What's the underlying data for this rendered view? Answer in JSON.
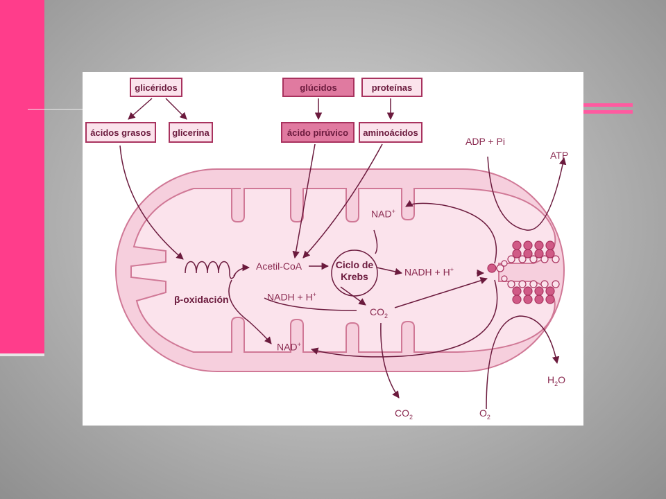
{
  "colors": {
    "accent": "#ff3d8b",
    "membrane_fill": "#f6cfdd",
    "membrane_stroke": "#d07896",
    "matrix_fill": "#fbe3ec",
    "arrow": "#6b1a3d",
    "box_dark": "#e07aa0",
    "box_light": "#fbe3ec"
  },
  "boxes": {
    "gliceridos": "glicéridos",
    "acidos_grasos": "ácidos grasos",
    "glicerina": "glicerina",
    "glucidos": "glúcidos",
    "acido_piruvico": "ácido pirúvico",
    "proteinas": "proteínas",
    "aminoacidos": "aminoácidos"
  },
  "labels": {
    "adp_pi": "ADP + Pi",
    "atp": "ATP",
    "nad_top": "NAD",
    "nad_top_sup": "+",
    "acetil_coa": "Acetil-CoA",
    "ciclo_line1": "Ciclo de",
    "ciclo_line2": "Krebs",
    "nadh_right": "NADH + H",
    "nadh_right_sup": "+",
    "beta_oxidacion": "β-oxidación",
    "nadh_left": "NADH + H",
    "nadh_left_sup": "+",
    "co2_inner": "CO",
    "co2_inner_sub": "2",
    "nad_bottom": "NAD",
    "nad_bottom_sup": "+",
    "h2o_h": "H",
    "h2o_sub": "2",
    "h2o_o": "O",
    "co2_out": "CO",
    "co2_out_sub": "2",
    "o2": "O",
    "o2_sub": "2"
  }
}
